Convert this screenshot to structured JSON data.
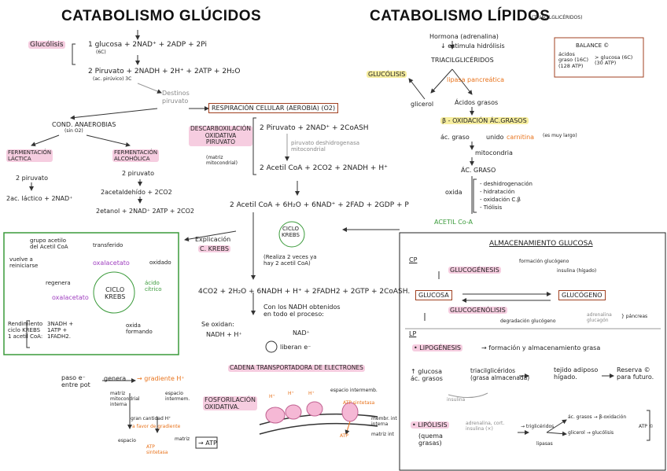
{
  "left": {
    "title": "CATABOLISMO GLÚCIDOS",
    "glucolisis": "Glucólisis",
    "eq1": "1 glucosa + 2NAD⁺ + 2ADP + 2Pi",
    "eq1_sub": "(6C)",
    "eq2": "2 Piruvato + 2NADH + 2H⁺ + 2ATP + 2H₂O",
    "eq2_sub": "(ac. pirúvico) 3C",
    "destinos": "Destinos",
    "destinos2": "piruvato",
    "cond_anaer": "COND. ANAEROBIAS",
    "cond_anaer_sub": "(sin O2)",
    "ferm_lac": "FERMENTACIÓN\nLÁCTICA",
    "ferm_alc": "FERMENTACIÓN\nALCOHÓLICA",
    "lac1": "2 piruvato",
    "lac2": "2ac. láctico + 2NAD⁺",
    "alc1": "2 piruvato",
    "alc2": "2acetaldehído + 2CO2",
    "alc3": "2etanol + 2NAD⁺ 2ATP + 2CO2",
    "resp": "RESPIRACIÓN CELULAR (AEROBIA) (O2)",
    "descarb": "DESCARBOXILACIÓN\nOXIDATIVA\nPIRUVATO",
    "descarb_sub": "(matriz\nmitocondrial)",
    "d_eq1": "2 Piruvato + 2NAD⁺ + 2CoASH",
    "d_note": "piruvato deshidrogenasa\nmitocondrial",
    "d_eq2": "2 Acetil CoA + 2CO2 + 2NADH + H⁺",
    "krebs_eq": "2 Acetil CoA + 6H₂O + 6NAD⁺ + 2FAD + 2GDP + P",
    "explic": "Explicación",
    "ckrebs": "C. KREBS",
    "ciclo_small": "CICLO\nKREBS",
    "realiza": "(Realiza 2 veces ya\nhay 2 acetil CoA)",
    "krebs_out": "4CO2 + 2H₂O + 6NADH + H⁺ + 2FADH2 + 2GTP + 2CoASH.",
    "nadh_note": "Con los NADH obtenidos\nen todo el proceso:",
    "se_oxidan": "Se oxidan:",
    "nadh_eq": "NADH + H⁺",
    "nad_eq": "NAD⁺",
    "liberan": "liberan e⁻",
    "cadena": "CADENA TRANSPORTADORA DE ELECTRONES",
    "paso": "paso e⁻\nentre pot",
    "genera": "genera",
    "gradiente": "→ gradiente H⁺",
    "matriz_int": "matriz\nmitocondrial\ninterna",
    "espacio_int": "espacio\nintermem.",
    "gran_cant": "gran cantidad H⁺",
    "a_favor": "a favor de gradiente",
    "espacio2": "espacio",
    "atp_sint": "ATP\nsintetasa",
    "matriz2": "matriz",
    "atp_out": "→ ATP",
    "fosforil": "FOSFORILACIÓN\nOXIDATIVA.",
    "espacio_membrana": "espacio intermemb.",
    "memb_int": "membr. int\ninterna",
    "matriz_int2": "matriz int",
    "atp_sintetasa_lbl": "ATP sintetasa",
    "atp_lbl": "ATP",
    "h_plus": "H⁺"
  },
  "krebs_box": {
    "grupo": "grupo acetilo\ndel Acetil CoA",
    "transferido": "transferido",
    "oxalacetato": "oxalacetato",
    "oxidado": "oxidado",
    "vuelve": "vuelve a\nreiniciarse",
    "regenera": "regenera",
    "oxal2": "oxalacetato",
    "ciclo": "CICLO\nKREBS",
    "citrico": "ácido\ncítrico",
    "oxida": "oxida\nformando",
    "rend": "Rendimiento\nciclo KREBS\n1 acetil CoA:",
    "rend_vals": "3NADH +\n1ATP +\n1FADH2."
  },
  "right": {
    "title": "CATABOLISMO LÍPIDOS",
    "title_sub": "(TRIACILGLICÉRIDOS)",
    "hormona": "Hormona (adrenalina)",
    "estimula": "↓ estimula hidrólisis",
    "triacil": "TRIACILGLICÉRIDOS",
    "lipasa": "lipasa pancreática",
    "glucolisis": "GLUCÓLISIS",
    "glicerol": "glicerol",
    "acidos": "Ácidos grasos",
    "beta": "β - OXIDACIÓN ÁC.GRASOS",
    "ac_graso": "ác. graso",
    "unido": "unido",
    "carnitina": "carnitina",
    "muy_largo": "(es muy largo)",
    "mitocondria": "mitocondria",
    "ac_graso2": "ÁC. GRASO",
    "oxida": "oxida",
    "steps": [
      "- deshidrogenación",
      "- hidratación",
      "- oxidación C.β",
      "- Tiólisis"
    ],
    "acetil": "ACETIL Co-A",
    "balance_title": "BALANCE ©",
    "balance_l": "ácidos\ngraso (16C)\n(128 ATP)",
    "balance_r": "> glucosa (6C)\n(30 ATP)"
  },
  "almacen": {
    "title": "ALMACENAMIENTO GLUCOSA",
    "cp": "CP",
    "lp": "LP",
    "gluconeo": "GLUCOGÉNESIS",
    "formacion": "formación glucógeno",
    "insulina": "insulina (hígado)",
    "glucosa": "GLUCOSA",
    "glucogeno": "GLUCÓGENO",
    "glucogenolisis": "GLUCOGENÓLISIS",
    "degradacion": "degradación glucógeno",
    "adrenalina": "adrenalina\nglucagón",
    "pancreas": "} páncreas",
    "lipogenesis": "• LIPOGÉNESIS",
    "lipogenesis_desc": "→ formación y almacenamiento grasa",
    "glucosa2": "↑ glucosa\nác. grasos",
    "triacil": "triacilglicéridos\n(grasa almacenada)",
    "tejido": "tejido adiposo\nhígado.",
    "reserva": "Reserva ©\npara futuro.",
    "insulina2": "insulina",
    "lipolisis": "• LIPÓLISIS",
    "quema": "(quema\ngrasas)",
    "adrenalina2": "adrenalina, cort.\ninsulina (×)",
    "trigliceridos": "→ triglicéridos",
    "lipasas": "lipasas",
    "ac_grasos_beta": "ác. grasos → β-oxidación",
    "glicerol_gluc": "glicerol → glucólisis",
    "atp": "ATP ©"
  }
}
